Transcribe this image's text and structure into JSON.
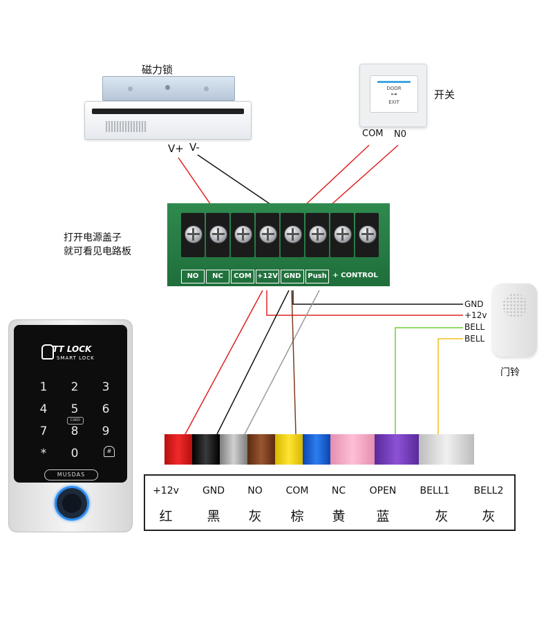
{
  "maglock": {
    "title": "磁力锁",
    "v_plus": "V+",
    "v_minus": "V-"
  },
  "exit_switch": {
    "title": "开关",
    "com": "COM",
    "no": "N0",
    "door_text": "DOOR",
    "exit_text": "EXIT"
  },
  "board": {
    "note_line1": "打开电源盖子",
    "note_line2": "就可看见电路板",
    "terminals": [
      "NO",
      "NC",
      "COM",
      "+12V",
      "GND",
      "Push"
    ],
    "control_label": "+ CONTROL -"
  },
  "bell": {
    "title": "门铃",
    "wires": [
      "GND",
      "+12v",
      "BELL",
      "BELL"
    ]
  },
  "device": {
    "brand": "TT LOCK",
    "brand_sub": "SMART LOCK",
    "keys": [
      "1",
      "2",
      "3",
      "4",
      "5",
      "6",
      "7",
      "8",
      "9",
      "*",
      "0",
      "#"
    ],
    "card_label": "CARD",
    "model": "MUSDAS"
  },
  "legend": {
    "names": [
      "+12v",
      "GND",
      "NO",
      "COM",
      "NC",
      "OPEN",
      "BELL1",
      "BELL2"
    ],
    "colors": [
      "红",
      "黑",
      "灰",
      "棕",
      "黄",
      "蓝",
      "灰",
      "灰"
    ]
  },
  "colors": {
    "wire_red": "#e02020",
    "wire_black": "#111111",
    "wire_gray": "#9a9a9a",
    "wire_brown": "#7a3a1a",
    "wire_green": "#6bd130",
    "wire_yellow": "#f0c020",
    "pcb_green": "#2a7d46"
  }
}
